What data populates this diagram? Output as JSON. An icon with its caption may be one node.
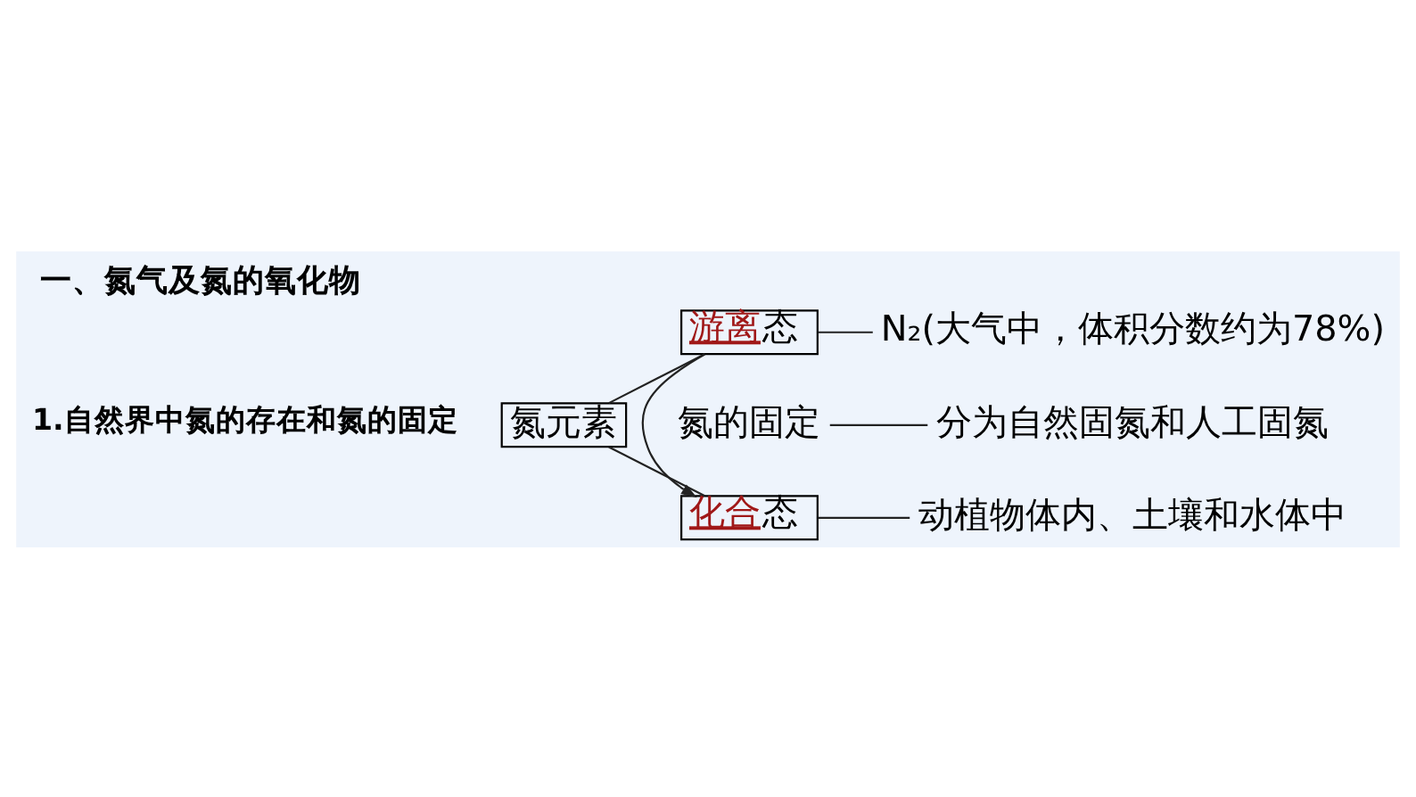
{
  "diagram": {
    "title": "一、氮气及氮的氧化物",
    "nodes": [
      {
        "text": [
          "氮元素"
        ]
      },
      {
        "text": [
          "游离",
          "态"
        ]
      },
      {
        "text": [
          "氮的固定"
        ]
      },
      {
        "text": [
          "化合",
          "态"
        ]
      },
      {
        "text": [
          "N₂(大气中，体积分数约为78%)"
        ]
      },
      {
        "text": [
          "分为自然固氮和人工固氮"
        ]
      },
      {
        "text": [
          "动植物体内、土壤和水体中"
        ]
      }
    ],
    "edges": [
      {
        "from": 0,
        "to": 1,
        "arrow": "none"
      },
      {
        "from": 0,
        "to": 3,
        "arrow": "none"
      },
      {
        "from": 1,
        "to": 3,
        "arrow": "to"
      },
      {
        "from": 1,
        "to": 4,
        "arrow": "none"
      },
      {
        "from": 2,
        "to": 5,
        "arrow": "none"
      },
      {
        "from": 3,
        "to": 6,
        "arrow": "none"
      }
    ],
    "labels": [
      "1.自然界中氮的存在和氮的固定"
    ]
  }
}
